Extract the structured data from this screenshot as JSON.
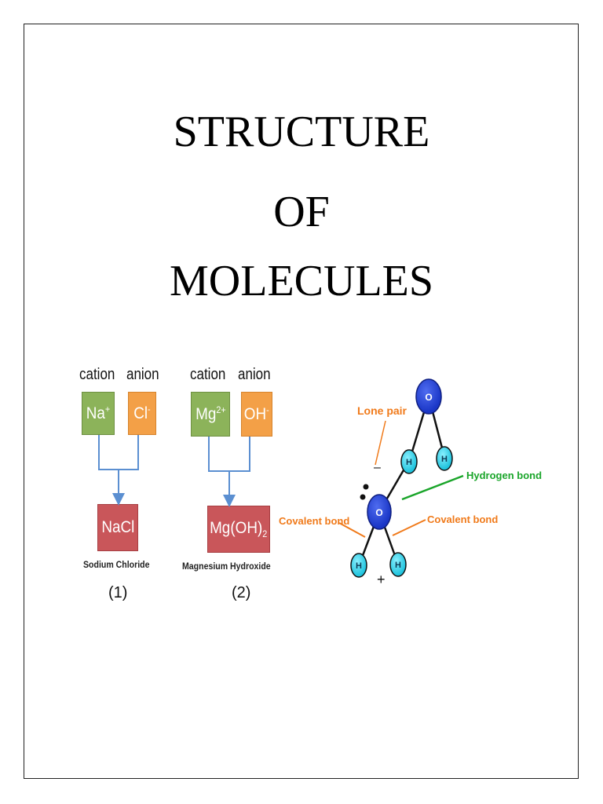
{
  "title": {
    "line1": "STRUCTURE",
    "line2": "OF",
    "line3": "MOLECULES"
  },
  "ionic": {
    "example1": {
      "cation_label": "cation",
      "anion_label": "anion",
      "cation": "Na",
      "cation_charge": "+",
      "anion": "Cl",
      "anion_charge": "-",
      "product": "NaCl",
      "name": "Sodium Chloride",
      "number": "(1)"
    },
    "example2": {
      "cation_label": "cation",
      "anion_label": "anion",
      "cation": "Mg",
      "cation_charge": "2+",
      "anion": "OH",
      "anion_charge": "-",
      "product_main": "Mg(OH)",
      "product_sub": "2",
      "name": "Magnesium Hydroxide",
      "number": "(2)"
    },
    "colors": {
      "cation": "#8cb35a",
      "anion": "#f3a047",
      "product": "#c9565a",
      "arrow": "#5b8fd1"
    }
  },
  "water": {
    "lone_pair": "Lone pair",
    "minus": "–",
    "hydrogen_bond": "Hydrogen bond",
    "covalent_left": "Covalent bond",
    "covalent_right": "Covalent bond",
    "plus": "+",
    "oxygen": "O",
    "hydrogen": "H",
    "colors": {
      "oxygen": "#1f3fd6",
      "hydrogen": "#2fd0e8",
      "orange_label": "#f07a1a",
      "green_label": "#1aa52a"
    }
  }
}
